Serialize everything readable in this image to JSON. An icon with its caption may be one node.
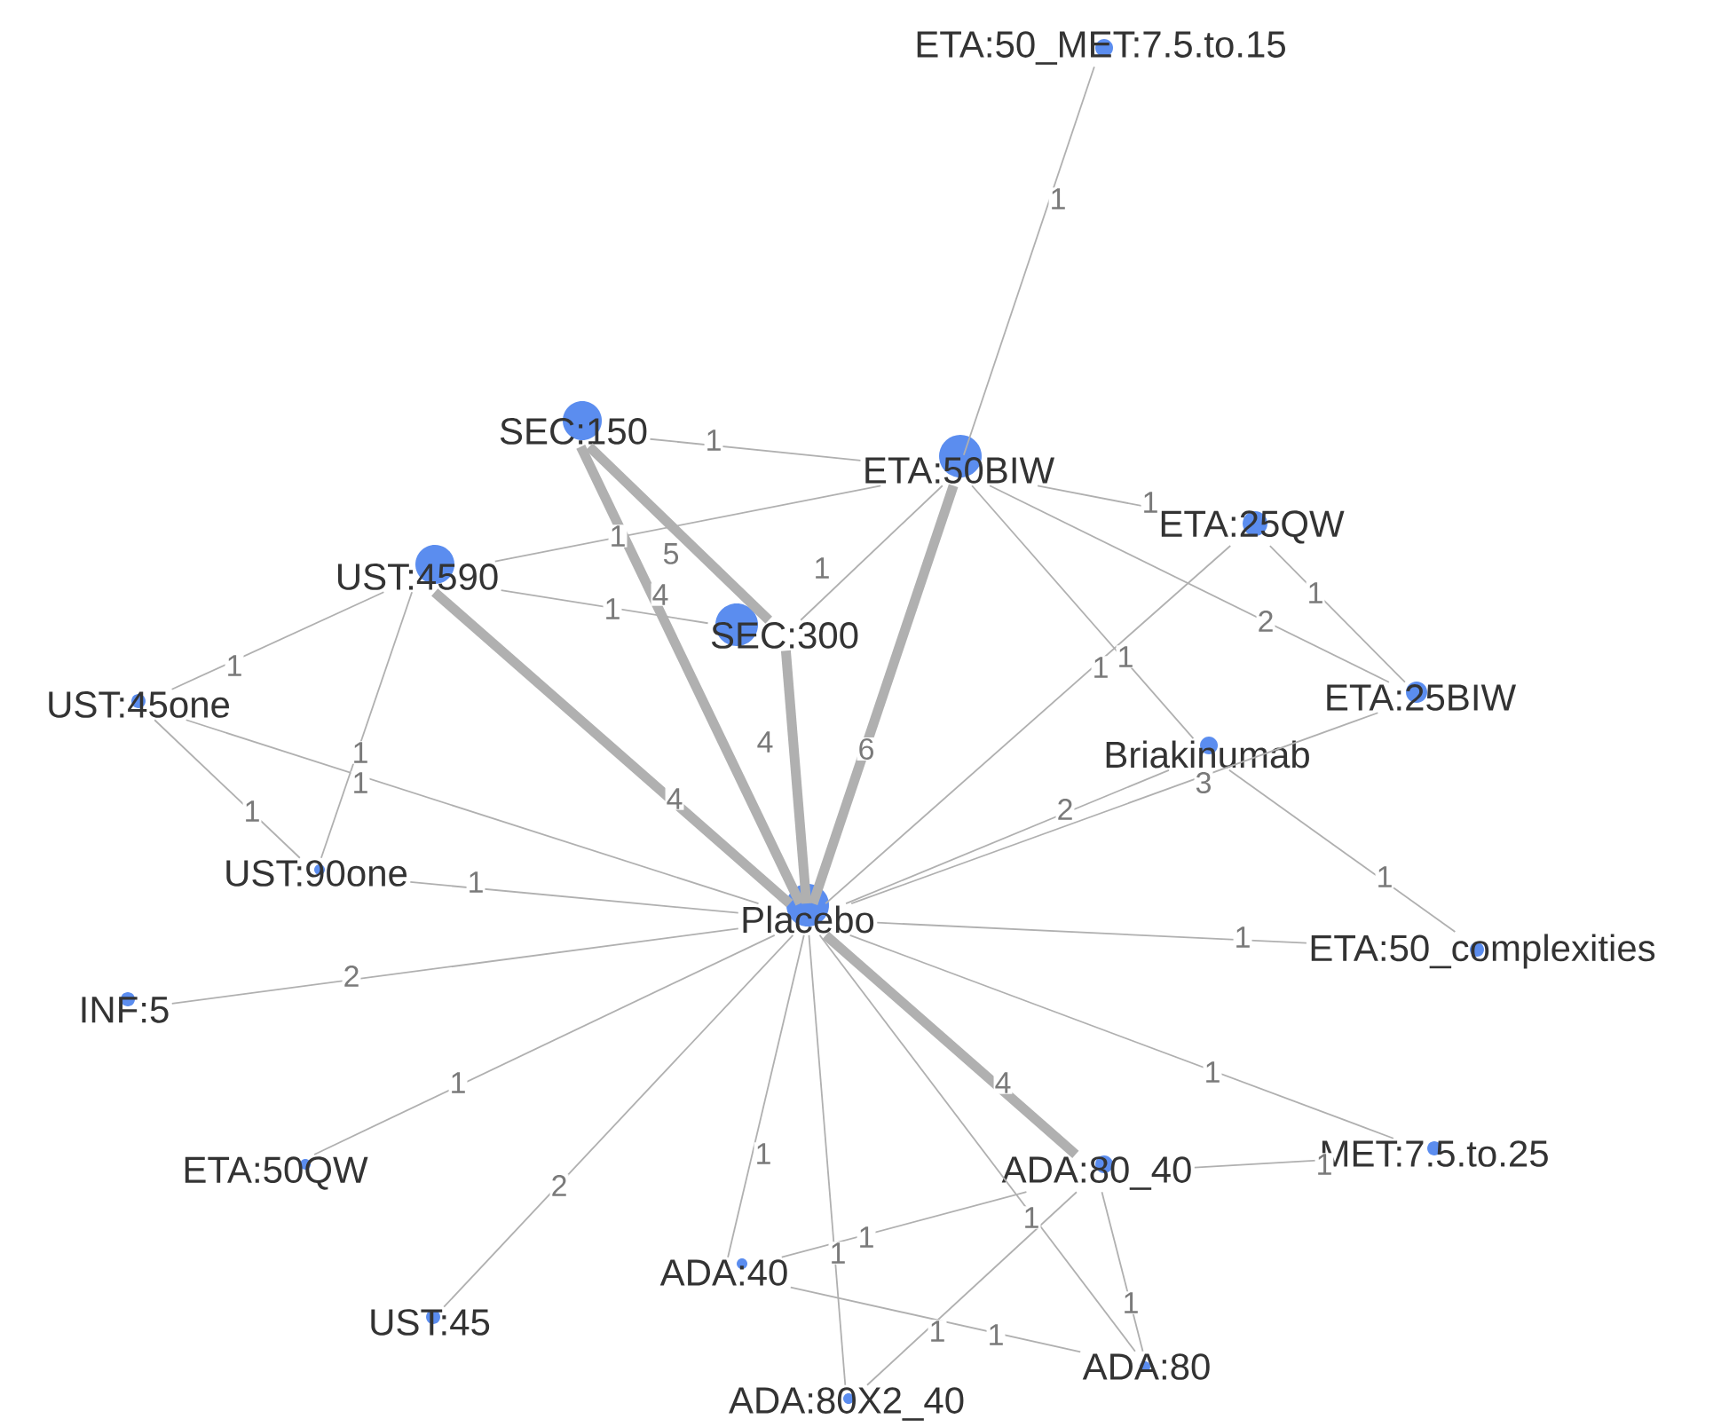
{
  "diagram": {
    "nodes": [
      {
        "text": [
          "ETA:50_MET:7.5.to.15"
        ]
      },
      {
        "text": [
          "SEC:150"
        ]
      },
      {
        "text": [
          "ETA:50BIW"
        ]
      },
      {
        "text": [
          "ETA:25QW"
        ]
      },
      {
        "text": [
          "UST:4590"
        ]
      },
      {
        "text": [
          "SEC:300"
        ]
      },
      {
        "text": [
          "UST:45one"
        ]
      },
      {
        "text": [
          "ETA:25BIW"
        ]
      },
      {
        "text": [
          "Briakinumab"
        ]
      },
      {
        "text": [
          "UST:90one"
        ]
      },
      {
        "text": [
          "Placebo"
        ]
      },
      {
        "text": [
          "INF:5"
        ]
      },
      {
        "text": [
          "ETA:50_complexities"
        ]
      },
      {
        "text": [
          "ETA:50QW"
        ]
      },
      {
        "text": [
          "MET:7.5.to.25"
        ]
      },
      {
        "text": [
          "ADA:80_40"
        ]
      },
      {
        "text": [
          "ADA:40"
        ]
      },
      {
        "text": [
          "UST:45"
        ]
      },
      {
        "text": [
          "ADA:80"
        ]
      },
      {
        "text": [
          "ADA:80X2_40"
        ]
      }
    ],
    "edges": [
      {
        "from": 2,
        "to": 0,
        "arrow": "none",
        "label": "1"
      },
      {
        "from": 1,
        "to": 2,
        "arrow": "none",
        "label": "1"
      },
      {
        "from": 1,
        "to": 5,
        "arrow": "none",
        "label": "5",
        "style": "thick"
      },
      {
        "from": 1,
        "to": 10,
        "arrow": "none",
        "label": "4",
        "style": "thick"
      },
      {
        "from": 4,
        "to": 2,
        "arrow": "none",
        "label": "1"
      },
      {
        "from": 4,
        "to": 5,
        "arrow": "none",
        "label": "1"
      },
      {
        "from": 4,
        "to": 10,
        "arrow": "none",
        "label": "4",
        "style": "thick"
      },
      {
        "from": 4,
        "to": 6,
        "arrow": "none",
        "label": "1"
      },
      {
        "from": 4,
        "to": 9,
        "arrow": "none",
        "label": "1"
      },
      {
        "from": 6,
        "to": 10,
        "arrow": "none",
        "label": "1"
      },
      {
        "from": 6,
        "to": 9,
        "arrow": "none",
        "label": "1"
      },
      {
        "from": 9,
        "to": 10,
        "arrow": "none",
        "label": "1"
      },
      {
        "from": 5,
        "to": 2,
        "arrow": "none",
        "label": "1"
      },
      {
        "from": 5,
        "to": 10,
        "arrow": "none",
        "label": "4",
        "style": "thick"
      },
      {
        "from": 2,
        "to": 10,
        "arrow": "none",
        "label": "6",
        "style": "thick"
      },
      {
        "from": 2,
        "to": 3,
        "arrow": "none",
        "label": "1"
      },
      {
        "from": 2,
        "to": 7,
        "arrow": "none",
        "label": "2"
      },
      {
        "from": 2,
        "to": 8,
        "arrow": "none",
        "label": "1"
      },
      {
        "from": 8,
        "to": 12,
        "arrow": "none",
        "label": "1"
      },
      {
        "from": 3,
        "to": 10,
        "arrow": "none",
        "label": "1"
      },
      {
        "from": 3,
        "to": 7,
        "arrow": "none",
        "label": "1"
      },
      {
        "from": 10,
        "to": 7,
        "arrow": "none",
        "label": "2"
      },
      {
        "from": 10,
        "to": 8,
        "arrow": "none",
        "label": "3"
      },
      {
        "from": 10,
        "to": 12,
        "arrow": "none",
        "label": "1"
      },
      {
        "from": 10,
        "to": 11,
        "arrow": "none",
        "label": "2"
      },
      {
        "from": 10,
        "to": 13,
        "arrow": "none",
        "label": "1"
      },
      {
        "from": 10,
        "to": 17,
        "arrow": "none",
        "label": "2"
      },
      {
        "from": 10,
        "to": 16,
        "arrow": "none",
        "label": "1"
      },
      {
        "from": 10,
        "to": 19,
        "arrow": "none",
        "label": "1"
      },
      {
        "from": 10,
        "to": 18,
        "arrow": "none",
        "label": "1"
      },
      {
        "from": 10,
        "to": 15,
        "arrow": "none",
        "label": "4",
        "style": "thick"
      },
      {
        "from": 10,
        "to": 14,
        "arrow": "none",
        "label": "1"
      },
      {
        "from": 15,
        "to": 14,
        "arrow": "none",
        "label": "1"
      },
      {
        "from": 16,
        "to": 15,
        "arrow": "none",
        "label": "1"
      },
      {
        "from": 16,
        "to": 18,
        "arrow": "none",
        "label": "1"
      },
      {
        "from": 19,
        "to": 15,
        "arrow": "none",
        "label": "1"
      },
      {
        "from": 15,
        "to": 18,
        "arrow": "none",
        "label": "1"
      }
    ]
  }
}
